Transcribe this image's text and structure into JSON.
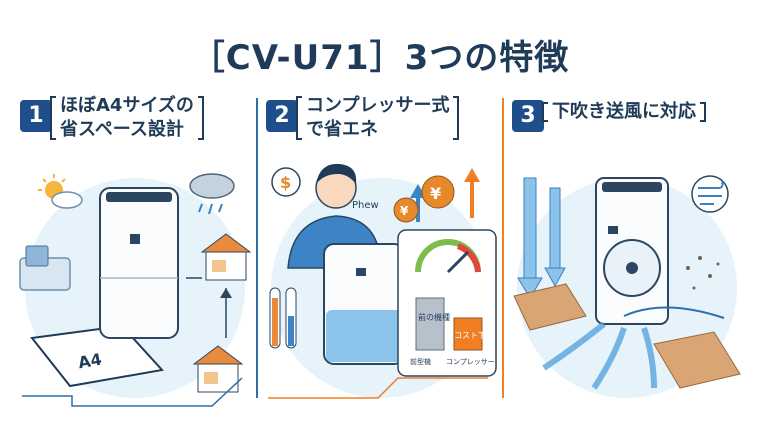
{
  "title": "［CV-U71］3つの特徴",
  "features": [
    {
      "num": "1",
      "line1": "ほぼA4サイズの",
      "line2": "省スペース設計",
      "paper_label": "A4"
    },
    {
      "num": "2",
      "line1": "コンプレッサー式",
      "line2": "で省エネ",
      "speech": "Phew",
      "chart": {
        "bar1_label": "前の機種",
        "bar2_label": "コスト下型",
        "axis1": "前型機",
        "axis2": "コンプレッサー"
      }
    },
    {
      "num": "3",
      "line1": "下吹き送風に対応",
      "line2": ""
    }
  ],
  "colors": {
    "navy": "#1f4e8c",
    "ink": "#1f3b57",
    "sky": "#dbeef9",
    "orange": "#f07f24",
    "coin": "#e6892a"
  },
  "icons": [
    "sun-cloud-icon",
    "rain-cloud-icon",
    "house-icon",
    "dollar-icon",
    "yen-coin-icon",
    "gauge-icon",
    "wind-icon"
  ]
}
